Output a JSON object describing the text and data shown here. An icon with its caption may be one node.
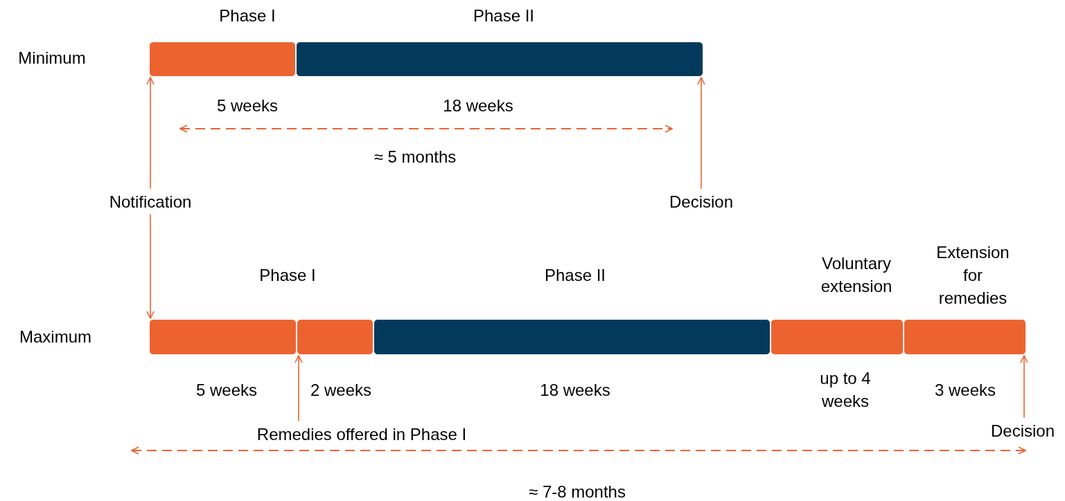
{
  "diagram": {
    "nodes": [
      {
        "text": [],
        "shape": "bar",
        "beside": [
          "Phase I",
          "5 weeks"
        ]
      },
      {
        "text": [],
        "shape": "bar",
        "beside": [
          "Phase II",
          "18 weeks"
        ]
      },
      {
        "text": [
          "Notification"
        ]
      },
      {
        "text": [
          "Decision"
        ]
      },
      {
        "text": [],
        "shape": "bar",
        "beside": [
          "5 weeks"
        ]
      },
      {
        "text": [],
        "shape": "bar",
        "beside": [
          "2 weeks"
        ]
      },
      {
        "text": [],
        "shape": "bar",
        "beside": [
          "Phase II",
          "18 weeks"
        ]
      },
      {
        "text": [],
        "shape": "bar",
        "beside": [
          "Voluntary extension",
          "up to 4 weeks"
        ]
      },
      {
        "text": [],
        "shape": "bar",
        "beside": [
          "Extension for remedies",
          "3 weeks"
        ]
      },
      {
        "text": [
          "Remedies offered in Phase I"
        ]
      },
      {
        "text": [
          "Decision"
        ]
      }
    ],
    "edges": [
      {
        "from": 2,
        "to": 0,
        "arrow": "to"
      },
      {
        "from": 2,
        "to": 4,
        "arrow": "to"
      },
      {
        "from": 3,
        "to": 1,
        "arrow": "to"
      },
      {
        "from": 9,
        "to": 5,
        "arrow": "to"
      },
      {
        "from": 10,
        "to": 8,
        "arrow": "to"
      }
    ],
    "labels": [
      "Minimum",
      "Maximum",
      "Phase I",
      "≈ 5 months",
      "≈ 7-8 months"
    ]
  }
}
